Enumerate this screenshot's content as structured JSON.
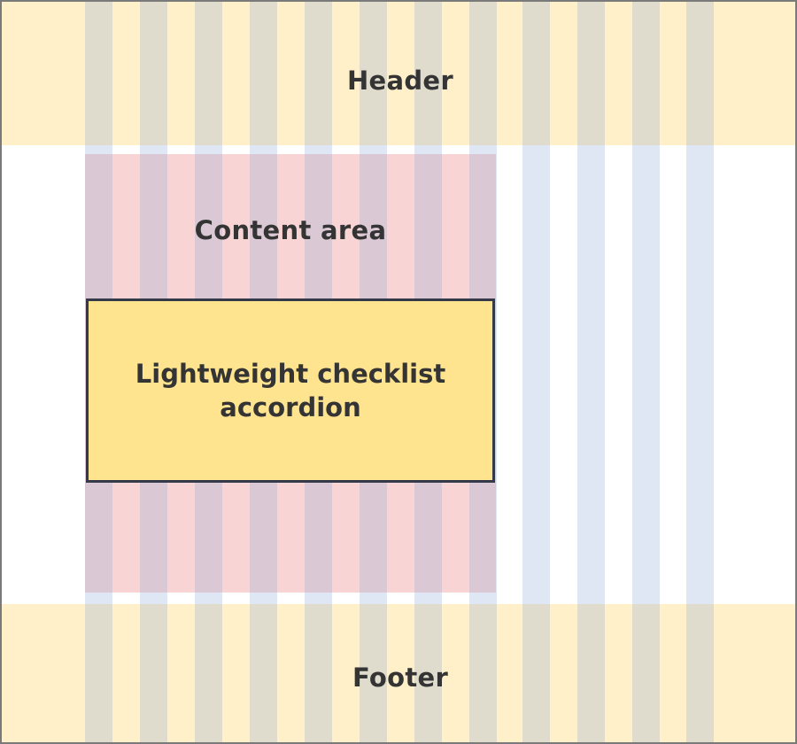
{
  "header": {
    "label": "Header"
  },
  "content": {
    "label": "Content area"
  },
  "component": {
    "label": "Lightweight checklist accordion"
  },
  "footer": {
    "label": "Footer"
  },
  "grid": {
    "columns": 12
  },
  "colors": {
    "band": "#fff0c9",
    "content_area": "#f8d4d5",
    "grid_column": "#8daad6",
    "component_fill": "#ffe48f",
    "component_border": "#353a4a",
    "frame_border": "#7a7a7a",
    "text": "#343434"
  }
}
